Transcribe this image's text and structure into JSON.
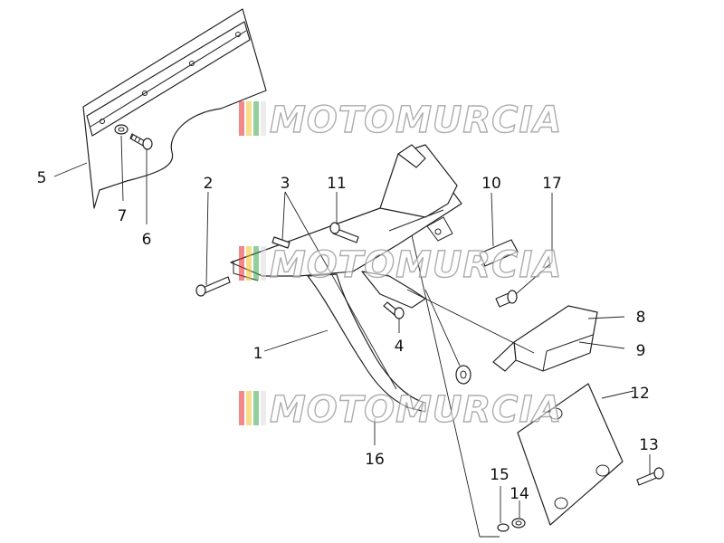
{
  "watermark": {
    "text": "MOTOMURCIA",
    "stripe_colors": [
      "#e8262a",
      "#f2c12e",
      "#3aa84a",
      "#dddddd"
    ]
  },
  "callouts": [
    {
      "id": "1",
      "label": "1"
    },
    {
      "id": "2",
      "label": "2"
    },
    {
      "id": "3",
      "label": "3"
    },
    {
      "id": "4",
      "label": "4"
    },
    {
      "id": "5",
      "label": "5"
    },
    {
      "id": "6",
      "label": "6"
    },
    {
      "id": "7",
      "label": "7"
    },
    {
      "id": "8",
      "label": "8"
    },
    {
      "id": "9",
      "label": "9"
    },
    {
      "id": "10",
      "label": "10"
    },
    {
      "id": "11",
      "label": "11"
    },
    {
      "id": "12",
      "label": "12"
    },
    {
      "id": "13",
      "label": "13"
    },
    {
      "id": "14",
      "label": "14"
    },
    {
      "id": "15",
      "label": "15"
    },
    {
      "id": "16",
      "label": "16"
    },
    {
      "id": "17",
      "label": "17"
    }
  ]
}
